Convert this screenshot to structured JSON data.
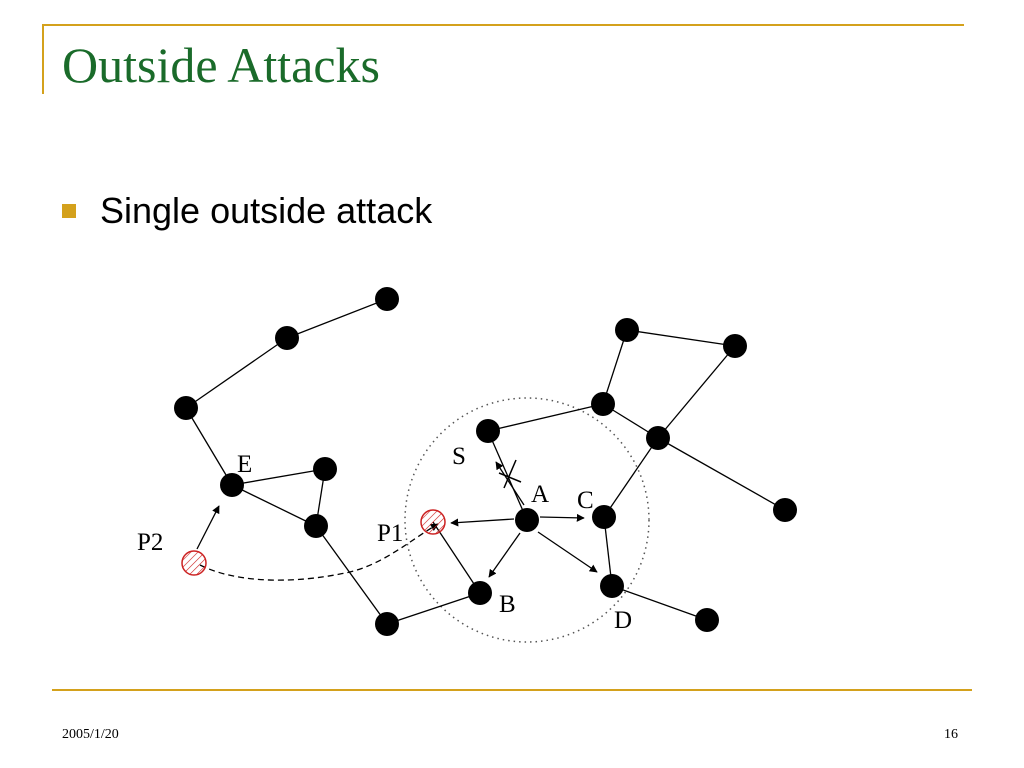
{
  "slide": {
    "title": "Outside Attacks",
    "bullets": [
      "Single outside attack"
    ],
    "footer_date": "2005/1/20",
    "page_number": "16"
  },
  "diagram": {
    "labels": {
      "E": "E",
      "S": "S",
      "A": "A",
      "C": "C",
      "B": "B",
      "D": "D",
      "P1": "P1",
      "P2": "P2"
    }
  },
  "colors": {
    "title": "#1a6b2a",
    "accent": "#d4a11c",
    "malicious_node": "#cc2222"
  }
}
